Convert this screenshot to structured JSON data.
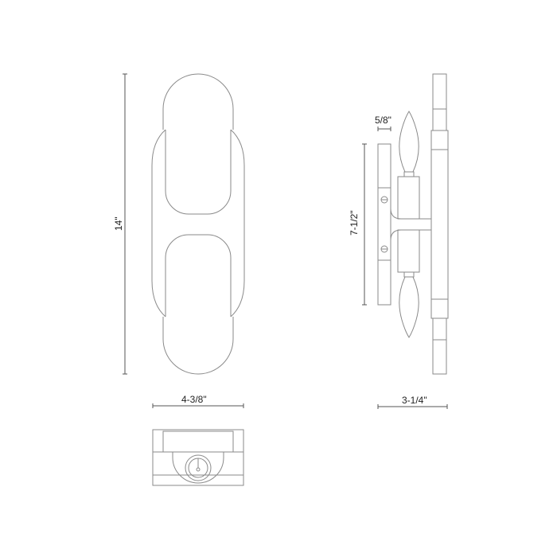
{
  "drawing": {
    "subject": "Two-light wall sconce dimension drawing",
    "stroke_color": "#8a8a8a",
    "dim_color": "#555555",
    "views": [
      "front-view",
      "side-view",
      "top-view"
    ]
  },
  "dimensions": {
    "height": "14\"",
    "width": "4-3/8\"",
    "depth": "3-1/4\"",
    "backplate_height": "7-1/2\"",
    "backplate_depth": "5/8\""
  }
}
